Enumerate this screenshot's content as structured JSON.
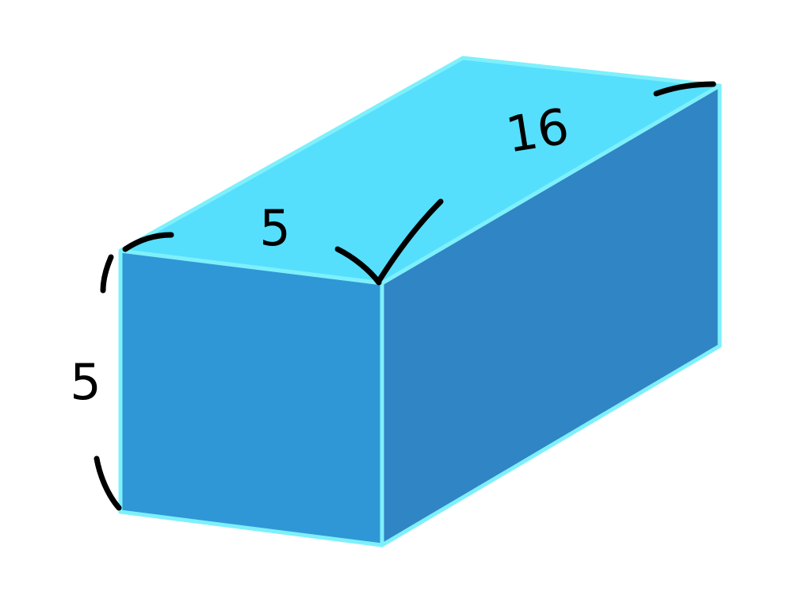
{
  "figure": {
    "shape": "rectangular-prism",
    "dimensions": {
      "length": "16",
      "width": "5",
      "height": "5"
    },
    "colors": {
      "top_face": "#55dffc",
      "front_face": "#2f97d5",
      "side_face": "#3085c4",
      "outline": "#7ef0fb",
      "annotation": "#000000"
    }
  }
}
